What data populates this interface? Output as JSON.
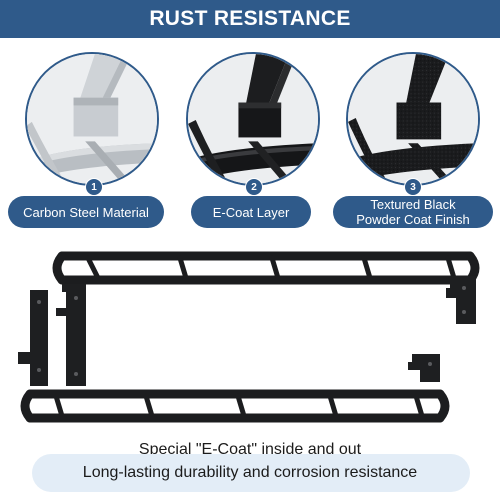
{
  "header": {
    "title": "RUST RESISTANCE"
  },
  "features": [
    {
      "number": "1",
      "label": "Carbon Steel Material"
    },
    {
      "number": "2",
      "label": "E-Coat Layer"
    },
    {
      "number": "3",
      "label_line1": "Textured Black",
      "label_line2": "Powder Coat Finish"
    }
  ],
  "footer": {
    "line1": "Special \"E-Coat\" inside and out",
    "line2": "Long-lasting durability and corrosion resistance"
  },
  "colors": {
    "banner": "#2f5a8a",
    "pill": "#2f5a8a",
    "footer_pill": "#e3edf7"
  }
}
